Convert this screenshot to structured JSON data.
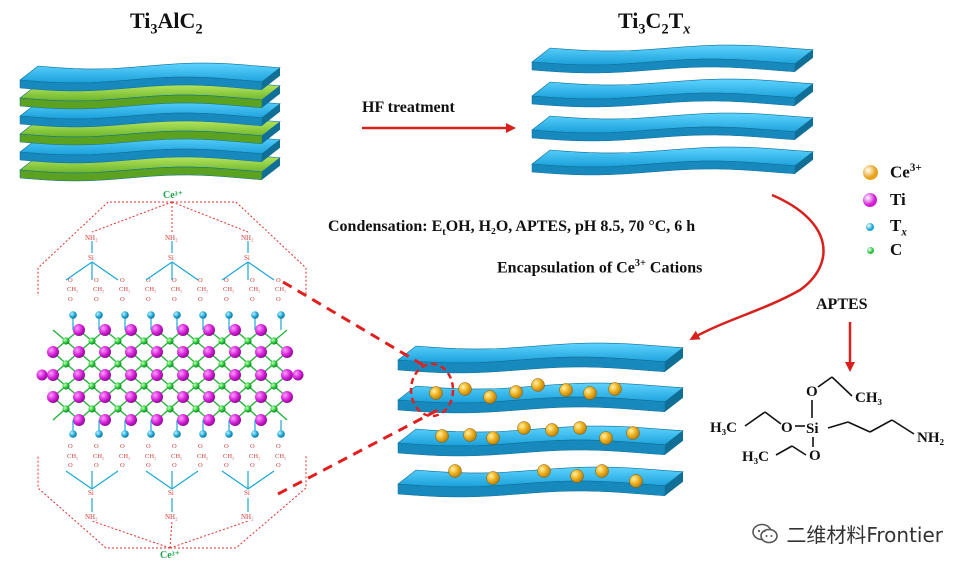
{
  "labels": {
    "ti3alc2": {
      "main": "Ti",
      "s1": "3",
      "mid": "AlC",
      "s2": "2"
    },
    "ti3c2tx": {
      "main": "Ti",
      "s1": "3",
      "mid": "C",
      "s2": "2",
      "t": "T",
      "s3": "x"
    },
    "hf": "HF treatment",
    "condensation": "Condensation: E",
    "condensation_sub": "t",
    "condensation_rest": "OH, H₂O, APTES, pH 8.5, 70 °C, 6 h",
    "encap_a": "Encapsulation of Ce",
    "encap_sup": "3+",
    "encap_b": " Cations",
    "aptes": "APTES"
  },
  "legend": [
    {
      "name": "Ce",
      "sup": "3+",
      "sub": "",
      "color": "#e7a21a"
    },
    {
      "name": "Ti",
      "sup": "",
      "sub": "",
      "color": "#d21dd6"
    },
    {
      "name": "T",
      "sup": "",
      "sub": "x",
      "color": "#1aa6d6"
    },
    {
      "name": "C",
      "sup": "",
      "sub": "",
      "color": "#22c43a"
    }
  ],
  "molecule": {
    "ch3_top": "CH₃",
    "h3c_left": "H₃C",
    "h3c_bottom": "H₃C",
    "si": "Si",
    "o": "O",
    "nh2": "NH₂"
  },
  "structure": {
    "ce": "Ce³⁺",
    "nh2": "NH₂",
    "si": "Si",
    "ch2": "CH₂",
    "o": "O"
  },
  "watermark": "二维材料Frontier",
  "colors": {
    "sheet": "#27b8ee",
    "sheet_dark": "#1480ad",
    "al_layer": "#8ccd3a",
    "arrow": "#d8201c",
    "dash": "#e02020"
  }
}
